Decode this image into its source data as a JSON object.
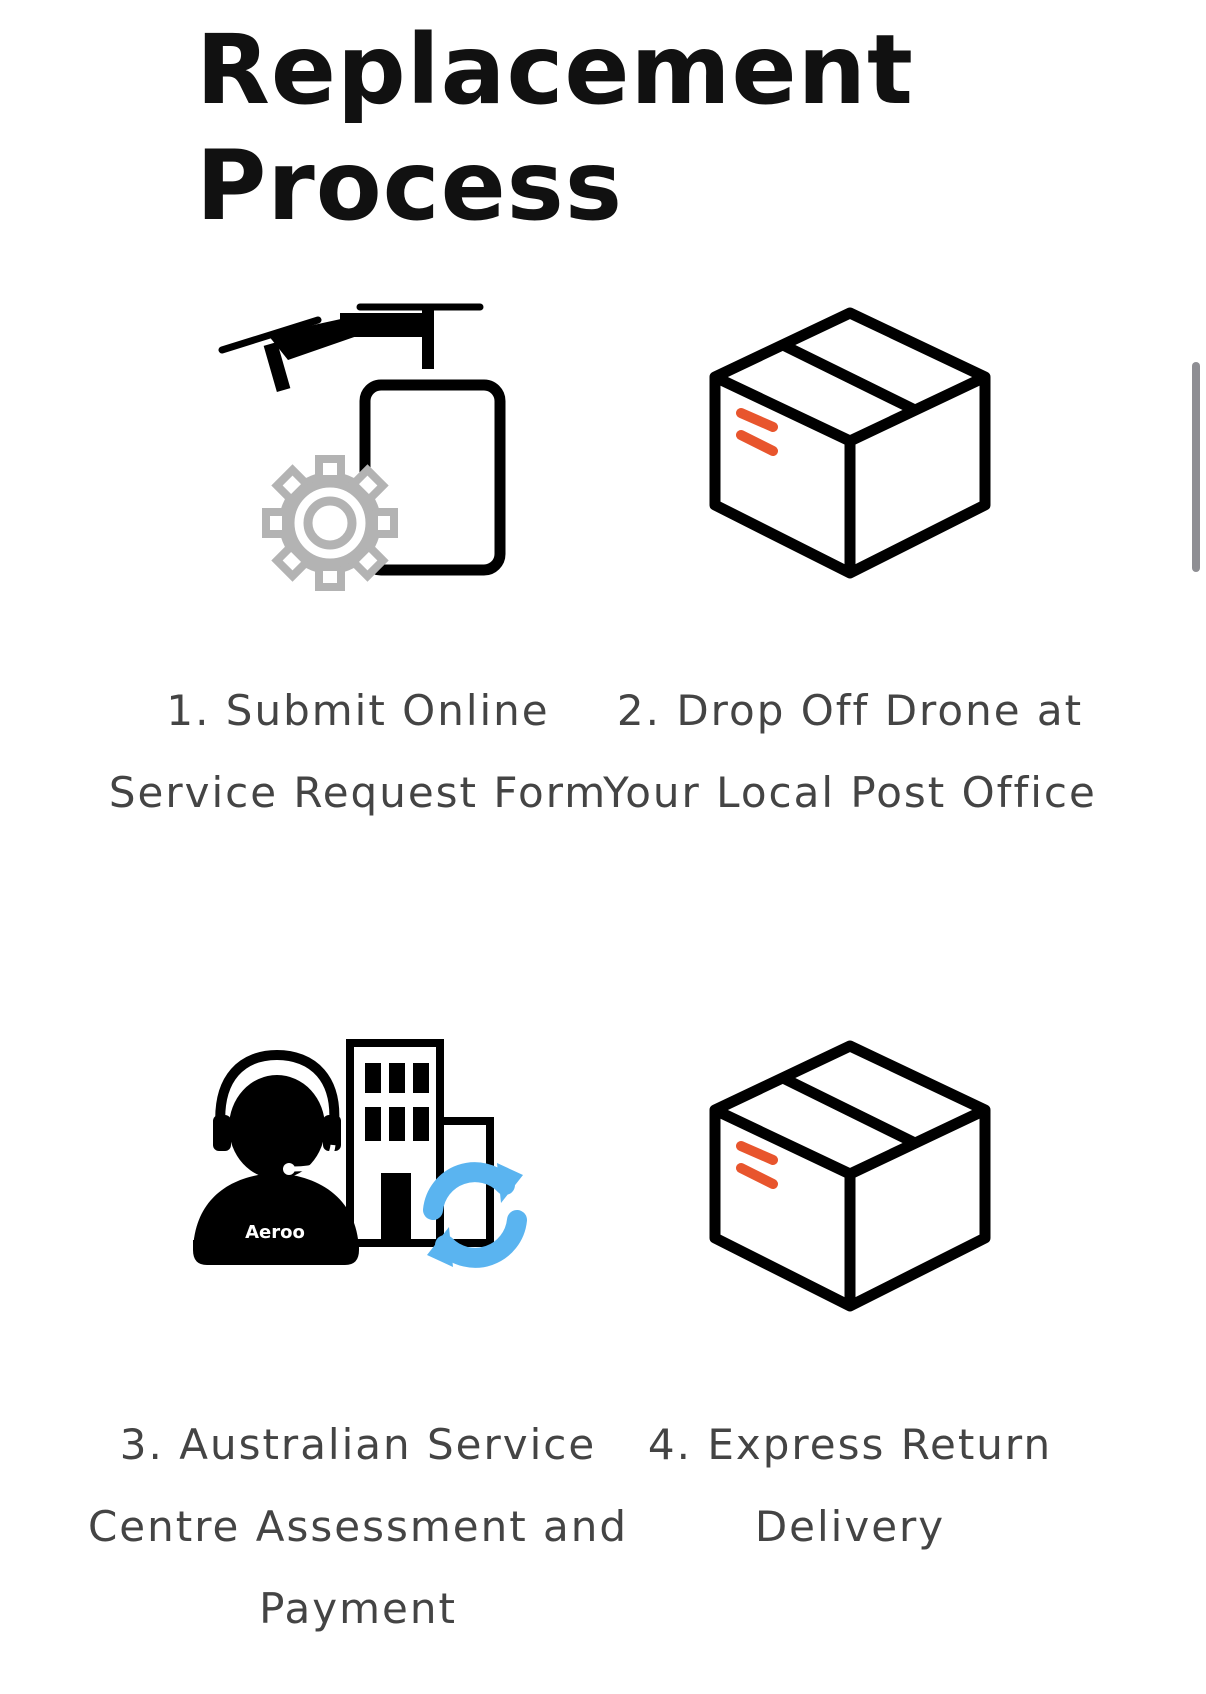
{
  "page": {
    "title_line1": "Replacement",
    "title_line2": "Process"
  },
  "steps": [
    {
      "label": "1. Submit Online Service Request Form",
      "icon": "drone-tablet-gear-icon"
    },
    {
      "label": "2. Drop Off Drone at Your Local Post Office",
      "icon": "package-box-icon"
    },
    {
      "label": "3. Australian Service Centre Assessment and Payment",
      "icon": "service-centre-agent-icon",
      "badge": "Aeroo"
    },
    {
      "label": "4. Express Return Delivery",
      "icon": "package-box-icon"
    }
  ],
  "colors": {
    "title": "#111111",
    "label": "#444444",
    "icon_stroke": "#000000",
    "gear": "#b3b3b3",
    "box_stripe": "#e8552d",
    "sync_arrows": "#5ab4f0"
  }
}
